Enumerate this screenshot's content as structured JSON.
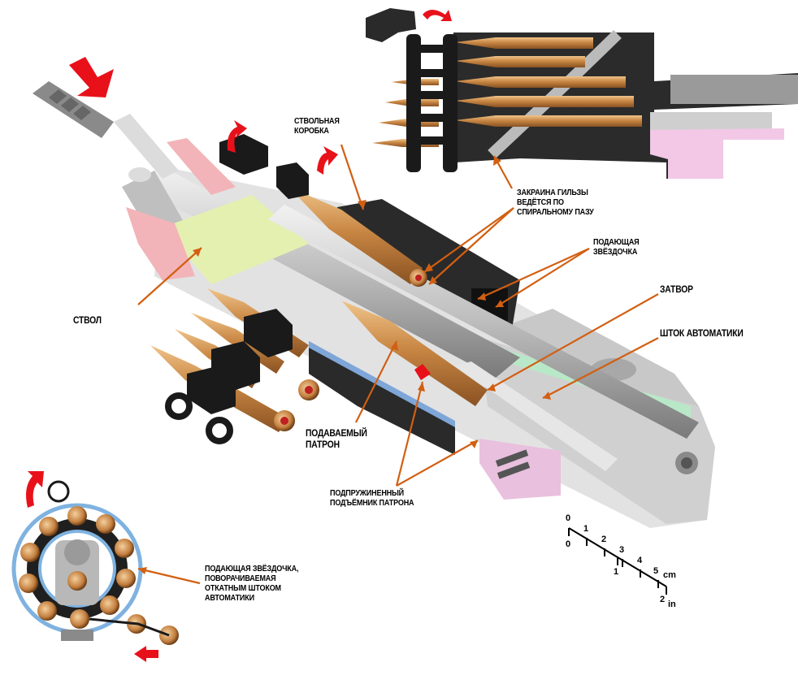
{
  "labels": {
    "receiver": [
      "СТВОЛЬНАЯ",
      "КОРОБКА"
    ],
    "rim_groove": [
      "ЗАКРАИНА ГИЛЬЗЫ",
      "ВЕДЁТСЯ ПО",
      "СПИРАЛЬНОМУ ПАЗУ"
    ],
    "sprocket": [
      "ПОДАЮЩАЯ",
      "ЗВЁЗДОЧКА"
    ],
    "bolt": "ЗАТВОР",
    "gas_rod": "ШТОК АВТОМАТИКИ",
    "barrel": "СТВОЛ",
    "fed_round": [
      "ПОДАВАЕМЫЙ",
      "ПАТРОН"
    ],
    "lifter": [
      "ПОДПРУЖИНЕННЫЙ",
      "ПОДЪЁМНИК ПАТРОНА"
    ],
    "sprocket_detail": [
      "ПОДАЮЩАЯ ЗВЁЗДОЧКА,",
      "ПОВОРАЧИВАЕМАЯ",
      "ОТКАТНЫМ ШТОКОМ",
      "АВТОМАТИКИ"
    ]
  },
  "scale": {
    "cm_ticks": [
      "0",
      "1",
      "2",
      "3",
      "4",
      "5"
    ],
    "cm_unit": "cm",
    "in_ticks": [
      "0",
      "1",
      "2"
    ],
    "in_unit": "in"
  },
  "colors": {
    "arrow_red": "#e8111a",
    "leader_orange": "#d25f12",
    "cartridge_brass": "#c98744",
    "receiver_gray": "#d6d6d6",
    "link_black": "#1a1a1a",
    "spring_pink": "#e8a0a8",
    "channel_blue": "#7fa6d8",
    "ring_blue": "#7fb2e0"
  }
}
